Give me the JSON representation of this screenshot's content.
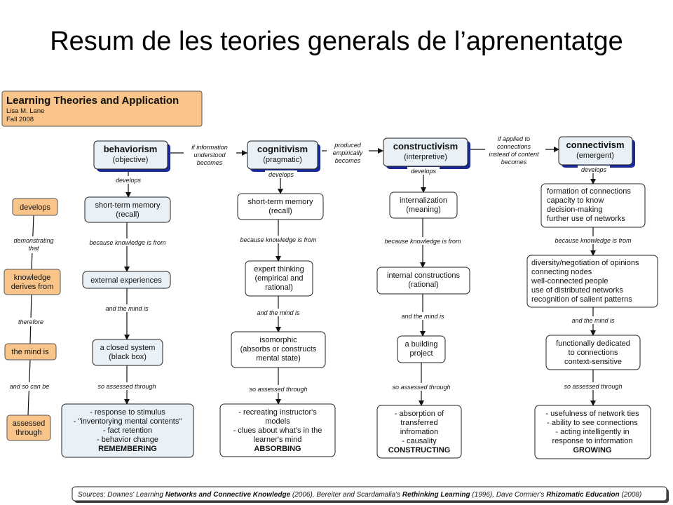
{
  "slide_title": "Resum de les teories generals de l’aprenentatge",
  "card": {
    "title": "Learning Theories and Application",
    "author": "Lisa M. Lane",
    "date": "Fall 2008"
  },
  "left_column": {
    "develops": "develops",
    "demonstrating_1": "demonstrating",
    "demonstrating_2": "that",
    "knowledge_1": "knowledge",
    "knowledge_2": "derives from",
    "therefore": "therefore",
    "mind_is": "the mind is",
    "so_can_be": "and so can be",
    "assessed_1": "assessed",
    "assessed_2": "through"
  },
  "transitions": {
    "t1": [
      "if information",
      "understood",
      "becomes"
    ],
    "t2": [
      "produced",
      "empirically",
      "becomes"
    ],
    "t3": [
      "if applied to",
      "connections",
      "instead of content",
      "becomes"
    ]
  },
  "columns": {
    "behaviorism": {
      "title": "behaviorism",
      "subtitle": "(objective)",
      "develops": "develops",
      "b1": [
        "short-term memory",
        "(recall)"
      ],
      "l1": "because knowledge is from",
      "b2": [
        "external experiences"
      ],
      "l2": "and the mind is",
      "b3": [
        "a closed system",
        "(black box)"
      ],
      "l3": "so assessed through",
      "b4": [
        "- response to stimulus",
        "- \"inventorying mental contents\"",
        "- fact retention",
        "- behavior change",
        "REMEMBERING"
      ]
    },
    "cognitivism": {
      "title": "cognitivism",
      "subtitle": "(pragmatic)",
      "develops": "develops",
      "b1": [
        "short-term memory",
        "(recall)"
      ],
      "l1": "because knowledge is from",
      "b2": [
        "expert thinking",
        "(empirical and",
        "rational)"
      ],
      "l2": "and the mind is",
      "b3": [
        "isomorphic",
        "(absorbs or constructs",
        "mental state)"
      ],
      "l3": "so assessed through",
      "b4": [
        "- recreating instructor's",
        "models",
        "- clues about what's in the",
        "learner's mind",
        "ABSORBING"
      ]
    },
    "constructivism": {
      "title": "constructivism",
      "subtitle": "(interpretive)",
      "develops": "develops",
      "b1": [
        "internalization",
        "(meaning)"
      ],
      "l1": "because knowledge is from",
      "b2": [
        "internal constructions",
        "(rational)"
      ],
      "l2": "and the mind is",
      "b3": [
        "a building",
        "project"
      ],
      "l3": "so assessed through",
      "b4": [
        "- absorption of",
        "transferred",
        "infromation",
        "- causality",
        "CONSTRUCTING"
      ]
    },
    "connectivism": {
      "title": "connectivism",
      "subtitle": "(emergent)",
      "develops": "develops",
      "b1": [
        "formation of connections",
        "capacity to know",
        "decision-making",
        "further use of networks"
      ],
      "l1": "because knowledge is from",
      "b2": [
        "diversity/negotiation of opinions",
        "connecting nodes",
        "well-connected people",
        "use of distributed networks",
        "recognition of salient patterns"
      ],
      "l2": "and the mind is",
      "b3": [
        "functionally dedicated",
        "to connections",
        "context-sensitive"
      ],
      "l3": "so assessed through",
      "b4": [
        "- usefulness of network ties",
        "- ability to see connections",
        "- acting intelligently in",
        "response to information",
        "GROWING"
      ]
    }
  },
  "sources": {
    "p1": "Sources: Downes' Learning ",
    "b1": "Networks and Connective Knowledge",
    "p2": " (2006), Bereiter and Scardamalia's ",
    "b2": "Rethinking Learning",
    "p3": " (1996), Dave Cormier's ",
    "b3": "Rhizomatic Education",
    "p4": " (2008)"
  }
}
